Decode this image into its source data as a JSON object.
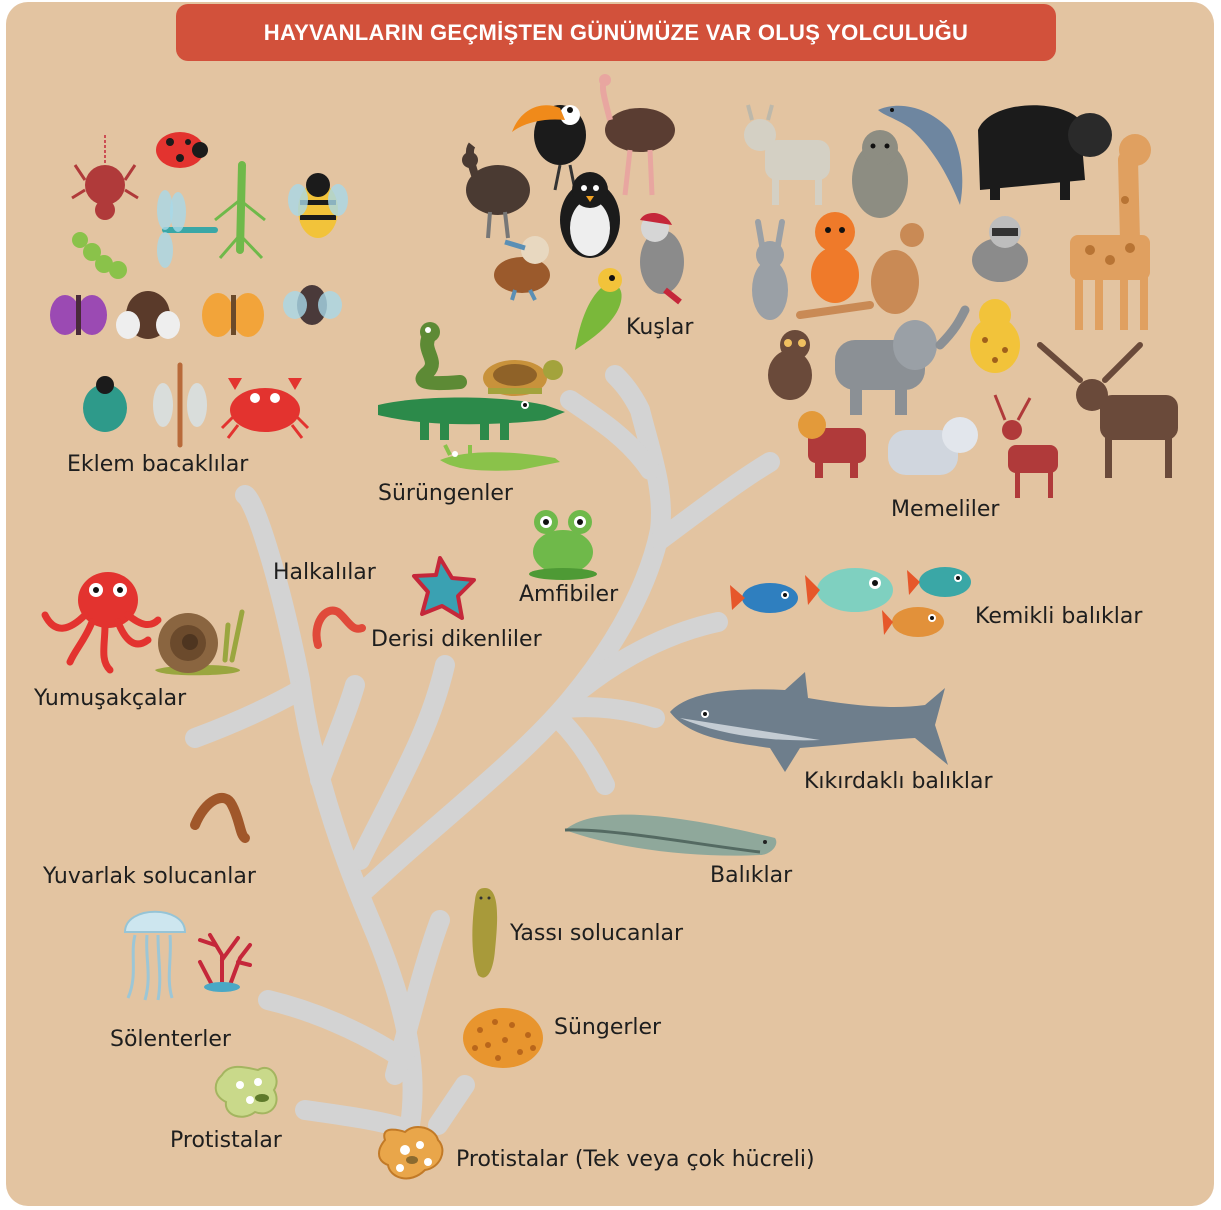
{
  "title": "HAYVANLARIN GEÇMİŞTEN GÜNÜMÜZE VAR OLUŞ YOLCULUĞU",
  "colors": {
    "background": "#e3c4a1",
    "banner": "#d2513b",
    "branch": "#d3d3d3",
    "text": "#1e1e1e"
  },
  "groups": {
    "eklem": "Eklem bacaklılar",
    "surungen": "Sürüngenler",
    "kuslar": "Kuşlar",
    "memeliler": "Memeliler",
    "halkalilar": "Halkalılar",
    "amfibiler": "Amfibiler",
    "derisi": "Derisi dikenliler",
    "kemikli": "Kemikli balıklar",
    "yumusakcalar": "Yumuşakçalar",
    "kikirdakli": "Kıkırdaklı balıklar",
    "yuvarlak": "Yuvarlak solucanlar",
    "baliklar": "Balıklar",
    "yassi": "Yassı solucanlar",
    "sungerler": "Süngerler",
    "solenterler": "Sölenterler",
    "protistalar": "Protistalar",
    "kok": "Protistalar (Tek veya çok hücreli)"
  }
}
